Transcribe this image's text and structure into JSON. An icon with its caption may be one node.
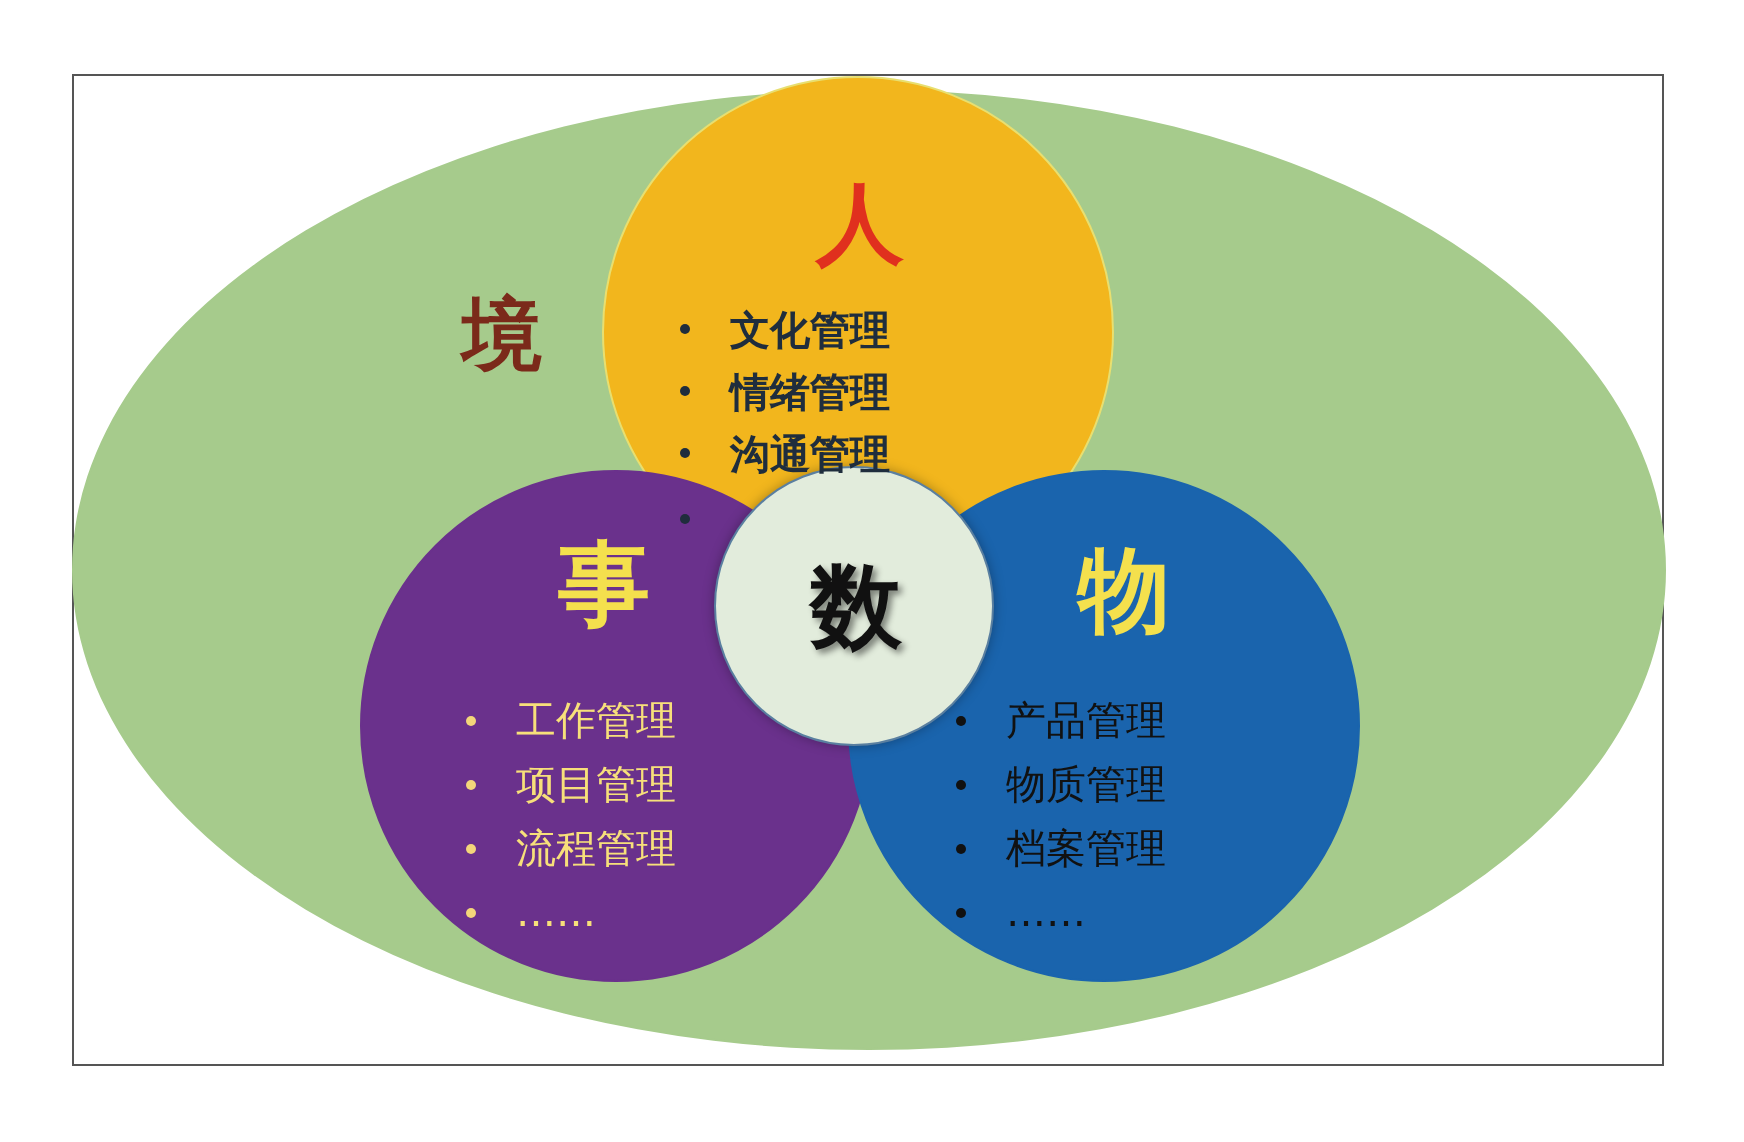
{
  "diagram": {
    "nodes": [
      {
        "text": [
          "境"
        ]
      },
      {
        "text": [
          "人",
          "文化管理",
          "情绪管理",
          "沟通管理"
        ],
        "in": 0
      },
      {
        "text": [
          "事",
          "工作管理",
          "项目管理",
          "流程管理",
          "……"
        ],
        "in": 0
      },
      {
        "text": [
          "物",
          "产品管理",
          "物质管理",
          "档案管理",
          "……"
        ],
        "in": 0
      },
      {
        "text": [
          "数"
        ],
        "in": 0
      }
    ]
  }
}
